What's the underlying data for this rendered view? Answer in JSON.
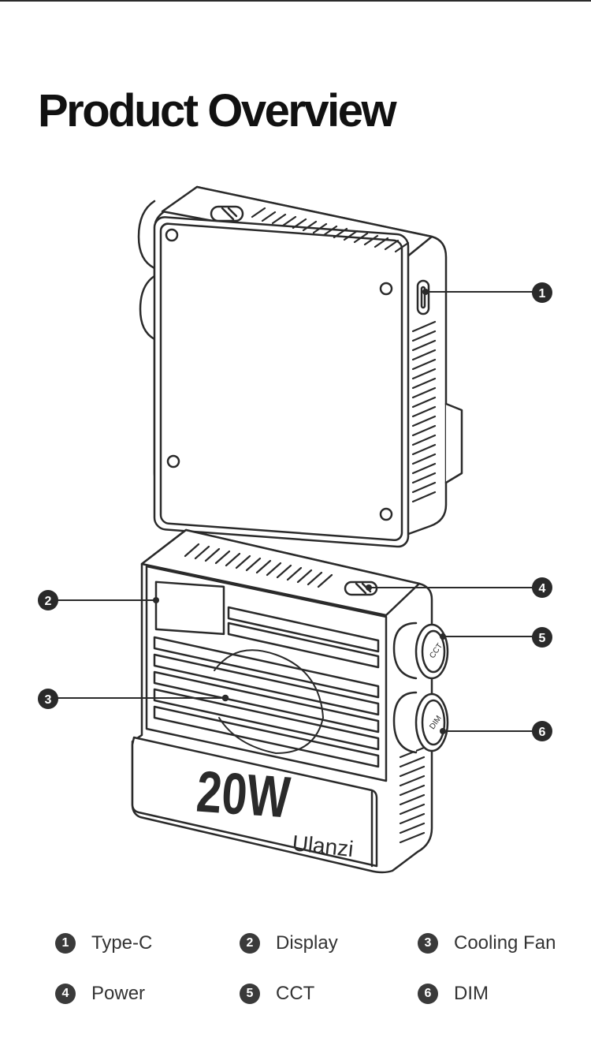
{
  "page": {
    "title": "Product Overview"
  },
  "callouts": [
    {
      "number": "1",
      "label": "Type-C",
      "icon": "usb-c-port"
    },
    {
      "number": "2",
      "label": "Display",
      "icon": "display-window"
    },
    {
      "number": "3",
      "label": "Cooling Fan",
      "icon": "fan"
    },
    {
      "number": "4",
      "label": "Power",
      "icon": "power-switch"
    },
    {
      "number": "5",
      "label": "CCT",
      "icon": "cct-knob"
    },
    {
      "number": "6",
      "label": "DIM",
      "icon": "dim-knob"
    }
  ],
  "device": {
    "wattage": "20W",
    "brand": "Ulanzi",
    "knob_cct_label": "CCT",
    "knob_dim_label": "DIM"
  },
  "colors": {
    "line": "#2a2a2a",
    "badge": "#3a3a3a",
    "background": "#ffffff"
  }
}
